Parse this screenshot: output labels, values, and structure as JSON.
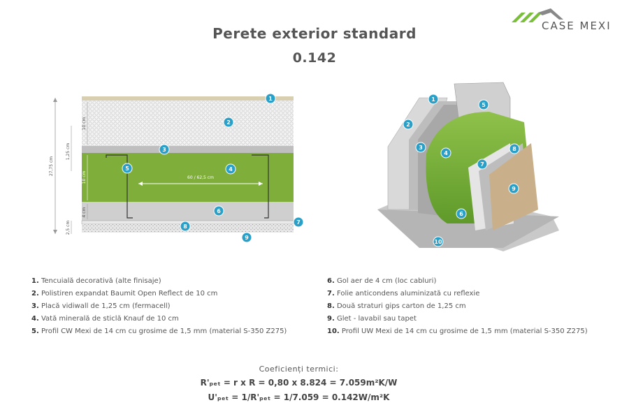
{
  "title": "Perete exterior standard",
  "subtitle": "0.142",
  "logo": {
    "text": "CASE MEXI",
    "color_green": "#7bbd3c",
    "color_gray": "#777777"
  },
  "colors": {
    "insulation": "#7faf3a",
    "badge": "#2a9fc7",
    "gypsum": "#c8c8c8",
    "finish": "#c9b08a"
  },
  "section_labels": {
    "d_total": "27,75 cm",
    "d_eps": "10 cm",
    "d_vidiwall": "1,25 cm",
    "d_wool": "10 cm",
    "d_gap": "4 cm",
    "d_gypsum": "2,5 cm",
    "spacing": "60 / 62,5 cm"
  },
  "badges": [
    "1",
    "2",
    "3",
    "4",
    "5",
    "6",
    "7",
    "8",
    "9",
    "10"
  ],
  "legend_left": [
    {
      "num": "1.",
      "text": "Tencuială decorativă (alte finisaje)"
    },
    {
      "num": "2.",
      "text": "Polistiren expandat Baumit Open Reflect de 10 cm"
    },
    {
      "num": "3.",
      "text": "Placă vidiwall de 1,25 cm (fermacell)"
    },
    {
      "num": "4.",
      "text": "Vată minerală de sticlă Knauf de 10 cm"
    },
    {
      "num": "5.",
      "text": "Profil CW Mexi de 14 cm cu grosime de 1,5 mm (material S-350 Z275)"
    }
  ],
  "legend_right": [
    {
      "num": "6.",
      "text": "Gol aer de 4 cm (loc cabluri)"
    },
    {
      "num": "7.",
      "text": "Folie anticondens aluminizată cu reflexie"
    },
    {
      "num": "8.",
      "text": "Două straturi gips carton de 1,25 cm"
    },
    {
      "num": "9.",
      "text": "Glet - lavabil sau tapet"
    },
    {
      "num": "10.",
      "text": "Profil UW Mexi de 14 cm cu grosime de 1,5 mm (material S-350 Z275)"
    }
  ],
  "coefficients": {
    "title": "Coeficienți termici:",
    "eq1": "R'ₚₑₜ = r x R = 0,80 x 8.824 = 7.059m²K/W",
    "eq2": "U'ₚₑₜ = 1/R'ₚₑₜ = 1/7.059 = 0.142W/m²K"
  }
}
